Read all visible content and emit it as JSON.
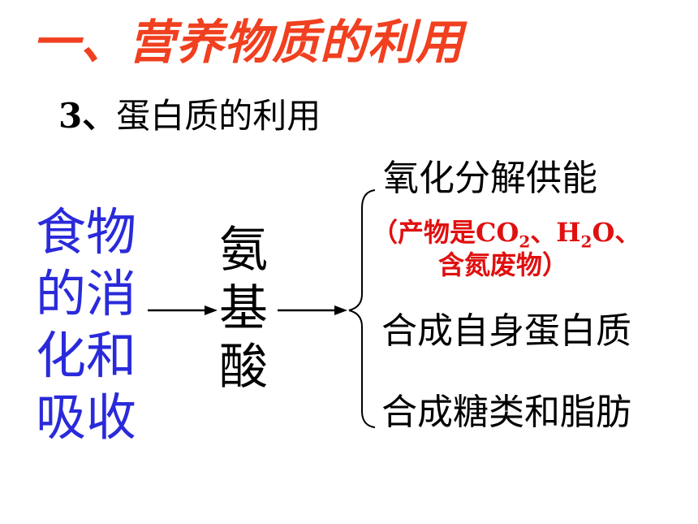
{
  "slide": {
    "title": "一、营养物质的利用",
    "subtitle_number": "3、",
    "subtitle_text": "蛋白质的利用",
    "source_label": "食物的消化和吸收",
    "middle_label": "氨基酸",
    "branches": {
      "oxidation": "氧化分解供能",
      "products_open": "（产物是",
      "co": "CO",
      "co_sub": "2",
      "sep1": "、",
      "h": "H",
      "h_sub": "2",
      "o": "O",
      "sep2": "、",
      "products_line2": "含氮废物）",
      "synth_protein": "合成自身蛋白质",
      "synth_sugar_fat": "合成糖类和脂肪"
    }
  },
  "colors": {
    "title": "#f04020",
    "source_label": "#2a2adb",
    "products": "#e01010",
    "text": "#000000"
  }
}
